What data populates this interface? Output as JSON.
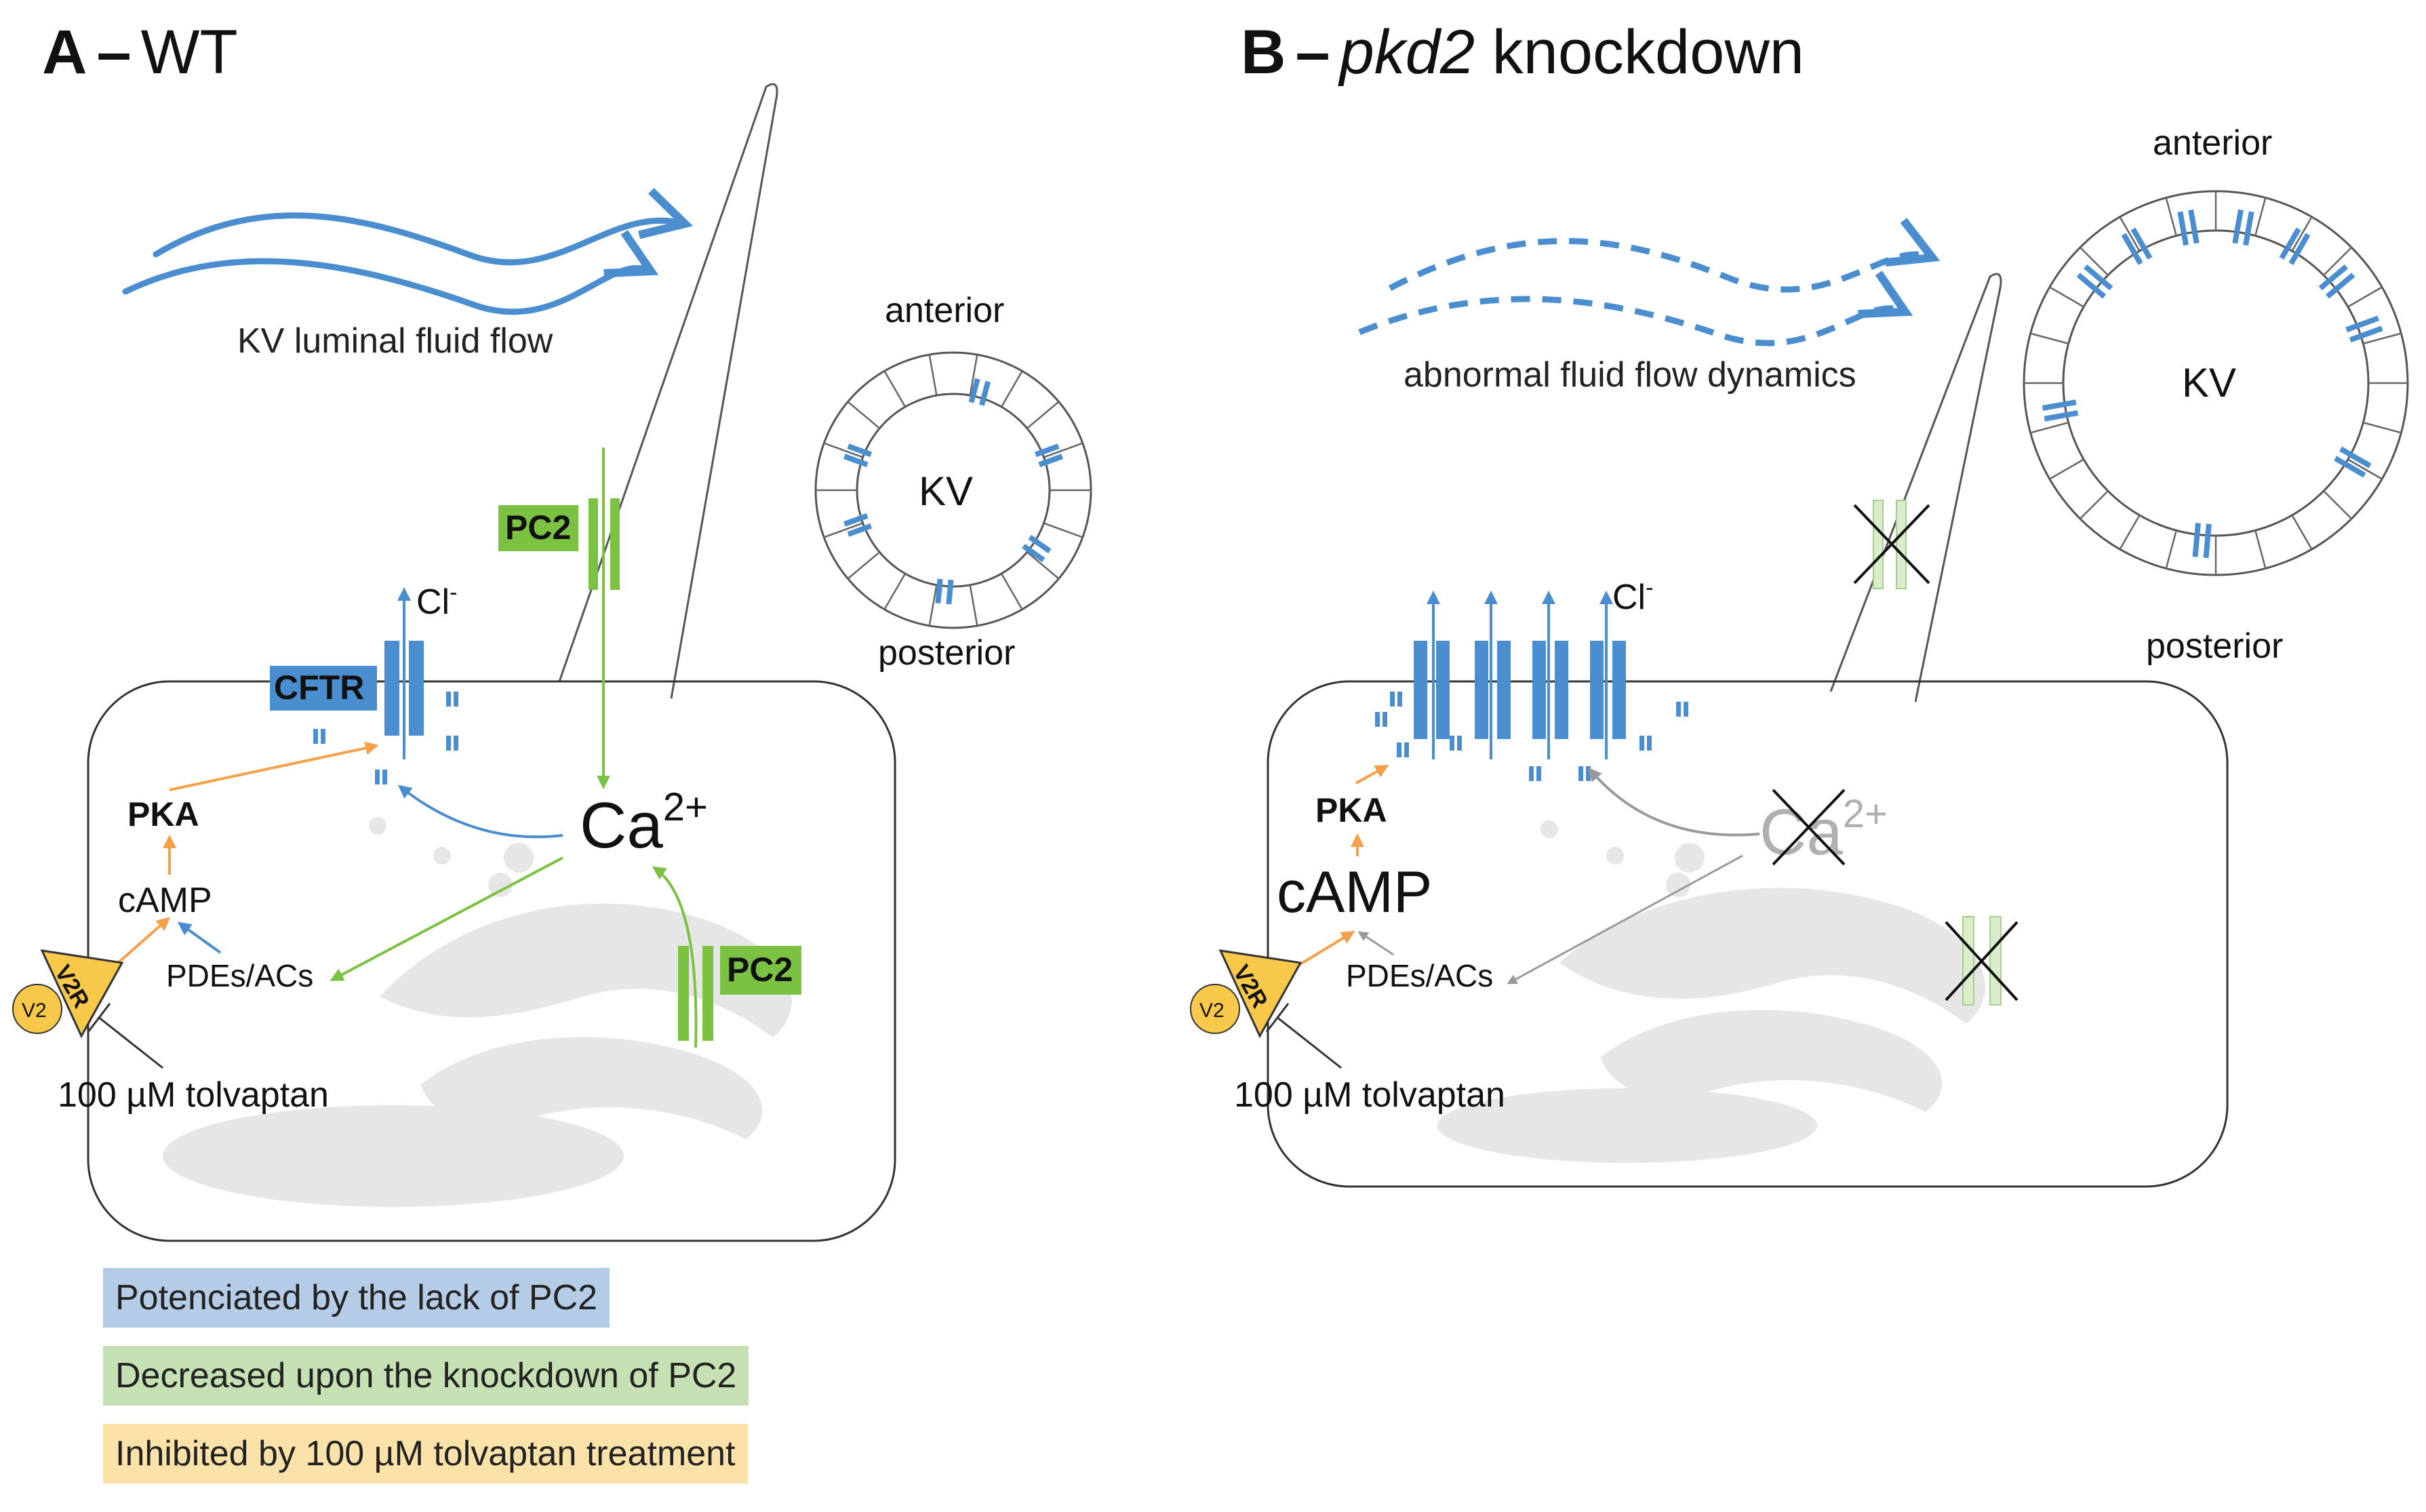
{
  "panels": {
    "a": {
      "letter": "A",
      "dash": "–",
      "title": "WT"
    },
    "b": {
      "letter": "B",
      "dash": "–",
      "title_italic": "pkd2",
      "title_rest": " knockdown"
    }
  },
  "labels": {
    "flow_a": "KV luminal fluid flow",
    "flow_b": "abnormal fluid flow dynamics",
    "anterior": "anterior",
    "posterior": "posterior",
    "kv": "KV",
    "pc2": "PC2",
    "cl": "Cl",
    "cl_sup": "-",
    "cftr": "CFTR",
    "ca": "Ca",
    "ca_sup": "2+",
    "pka": "PKA",
    "camp": "cAMP",
    "pdes": "PDEs/ACs",
    "v2r": "V2R",
    "v2": "V2",
    "tolvaptan": "100 µM tolvaptan"
  },
  "legend": [
    {
      "text": "Potenciated by the lack of PC2",
      "color": "#b4cce6"
    },
    {
      "text": "Decreased upon the knockdown of PC2",
      "color": "#c5e0b2"
    },
    {
      "text": "Inhibited by 100 µM tolvaptan treatment",
      "color": "#fbe2a9"
    }
  ],
  "colors": {
    "blue": "#4a8ed0",
    "green": "#7cc242",
    "orange": "#f5a04a",
    "yellow": "#f7c84a",
    "gray": "#9a9a9a",
    "organelle": "#e6e6e6"
  }
}
